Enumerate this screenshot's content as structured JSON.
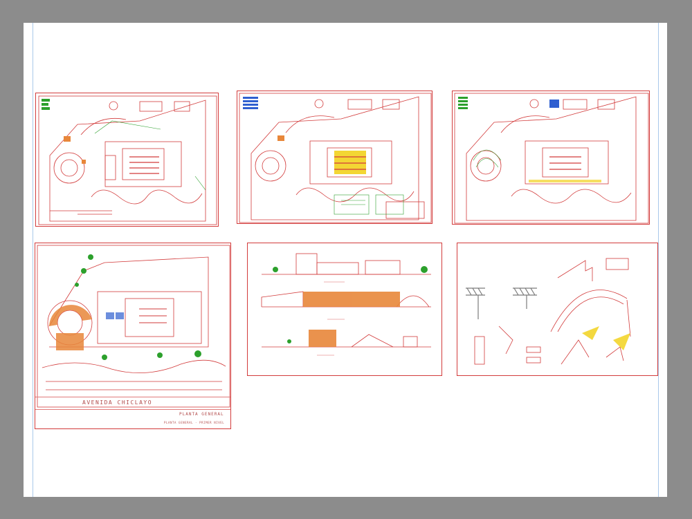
{
  "colors": {
    "background": "#8c8c8c",
    "sheet": "#ffffff",
    "guide": "#a9c8ea",
    "drawing_red": "#d23a3a",
    "drawing_orange": "#e8873a",
    "drawing_yellow": "#f2d21e",
    "drawing_green": "#2ca02c",
    "drawing_blue": "#2f5fd0",
    "drawing_grey": "#7a7a7a"
  },
  "panels": [
    {
      "id": "site-plan-electrical-1",
      "kind": "floor-plan-variant"
    },
    {
      "id": "site-plan-electrical-2",
      "kind": "floor-plan-variant"
    },
    {
      "id": "site-plan-electrical-3",
      "kind": "floor-plan-variant"
    },
    {
      "id": "general-plan",
      "kind": "general-plan"
    },
    {
      "id": "elevations",
      "kind": "elevations"
    },
    {
      "id": "structural-details",
      "kind": "details"
    }
  ],
  "general_plan": {
    "street_label": "AVENIDA CHICLAYO",
    "title": "PLANTA GENERAL",
    "subtitle": "PLANTA GENERAL  -  PRIMER NIVEL"
  }
}
